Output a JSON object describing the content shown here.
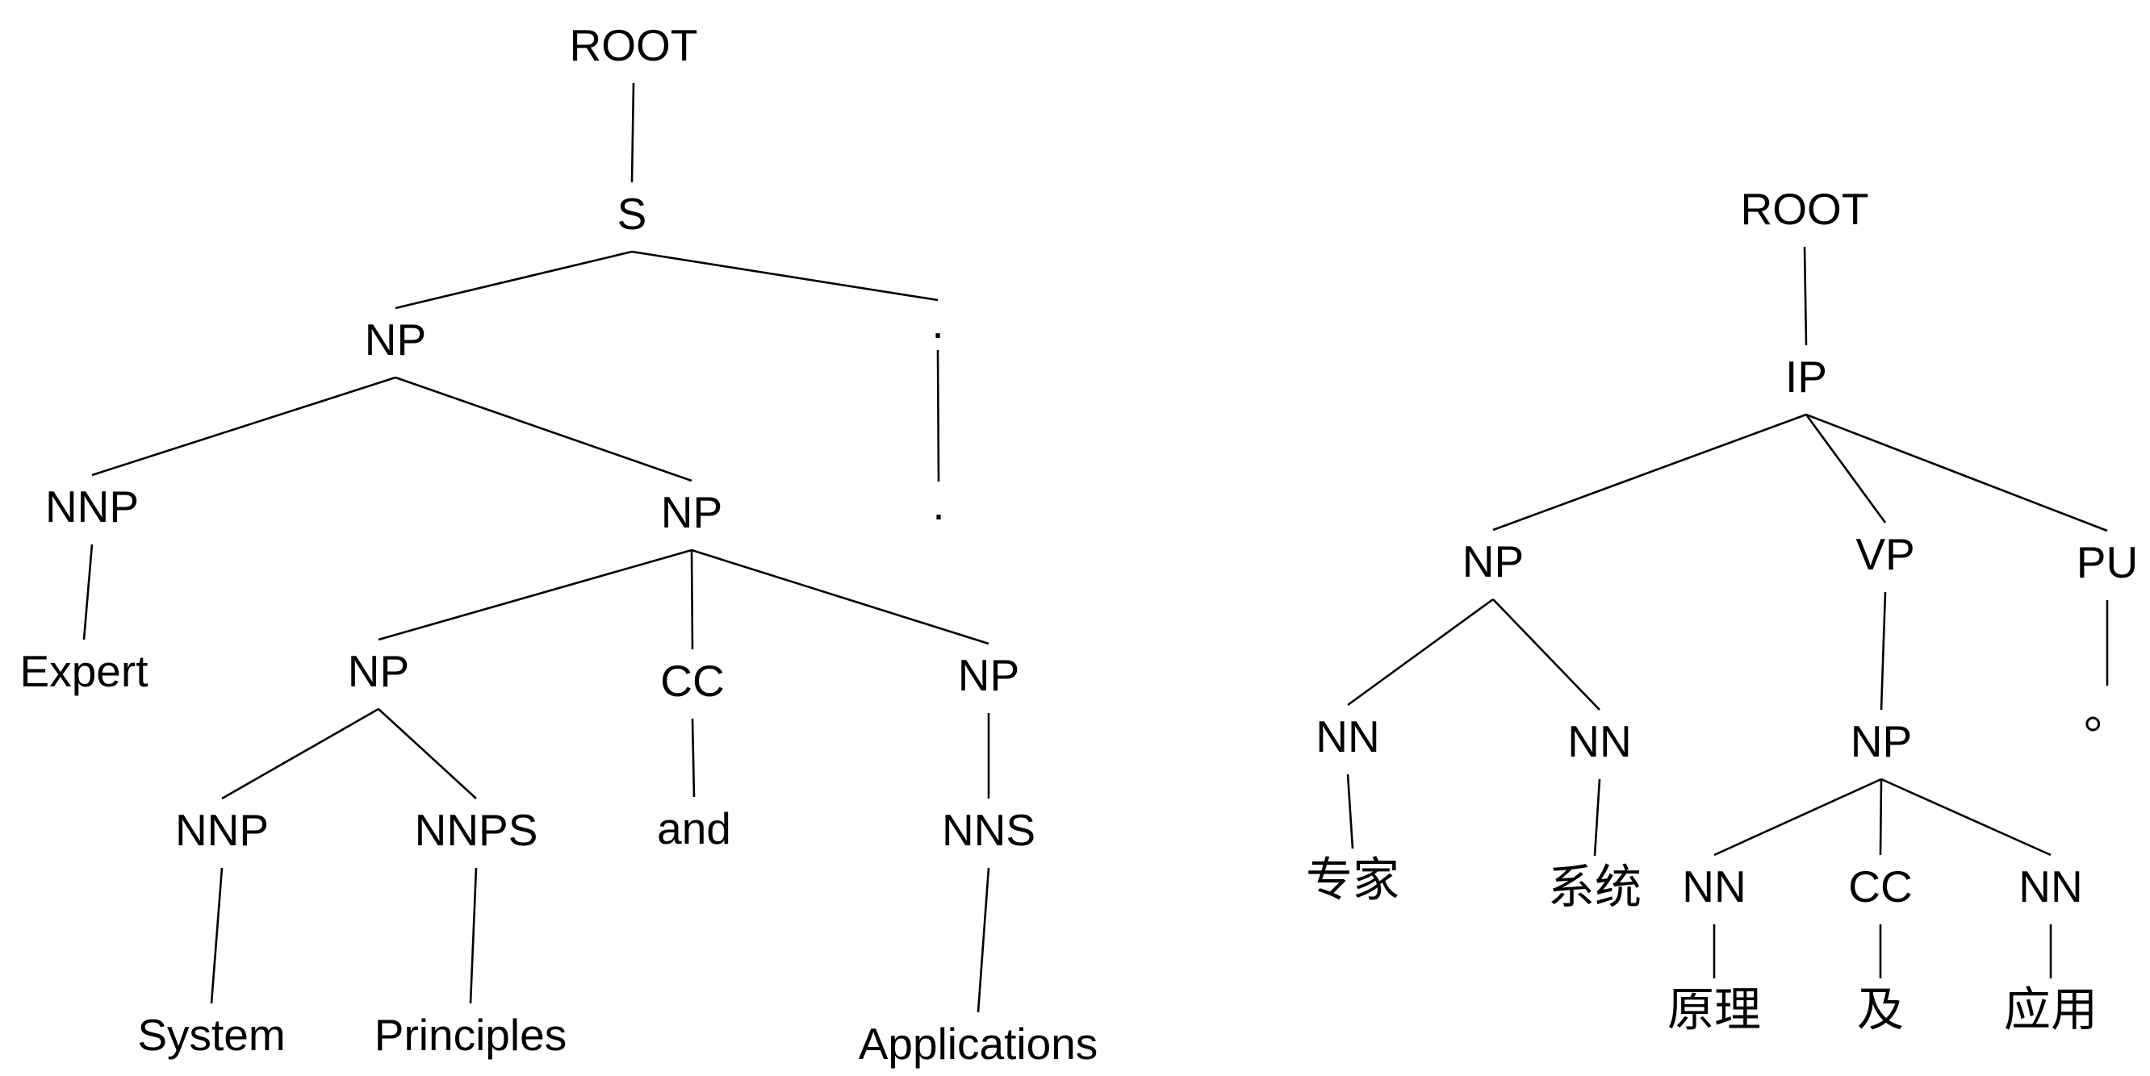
{
  "colors": {
    "background": "#ffffff",
    "text": "#000000",
    "edge": "#000000"
  },
  "left_tree": {
    "root": "ROOT",
    "s": "S",
    "np_top": "NP",
    "period_tag": ".",
    "nnp_expert": "NNP",
    "np_mid": "NP",
    "expert": "Expert",
    "np_conj": "NP",
    "cc": "CC",
    "np_apps": "NP",
    "period_word": ".",
    "nnp_system": "NNP",
    "nnps_principles": "NNPS",
    "and_word": "and",
    "nns_apps": "NNS",
    "system": "System",
    "principles": "Principles",
    "applications": "Applications"
  },
  "right_tree": {
    "root": "ROOT",
    "ip": "IP",
    "np_subj": "NP",
    "vp": "VP",
    "pu": "PU",
    "nn_zhuanjia": "NN",
    "nn_xitong": "NN",
    "np_obj": "NP",
    "pu_word": "。",
    "nn_yuanli": "NN",
    "cc": "CC",
    "nn_yingyong": "NN",
    "zhuanjia": "专家",
    "xitong": "系统",
    "yuanli": "原理",
    "ji": "及",
    "yingyong": "应用"
  }
}
